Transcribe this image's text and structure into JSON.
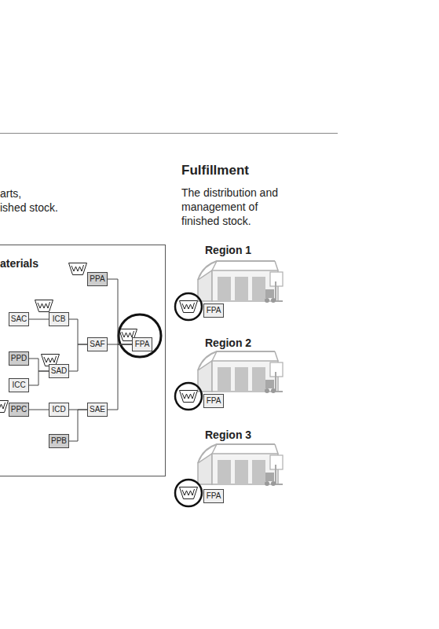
{
  "diagram": {
    "nodes": [
      {
        "text": [
          "aterials"
        ]
      },
      {
        "text": [
          "PPA"
        ],
        "in": 0
      },
      {
        "text": [
          "SAC"
        ],
        "in": 0
      },
      {
        "text": [
          "ICB"
        ],
        "in": 0
      },
      {
        "text": [
          "SAF"
        ],
        "in": 0
      },
      {
        "text": [
          "FPA"
        ],
        "in": 0
      },
      {
        "text": [
          "PPD"
        ],
        "in": 0
      },
      {
        "text": [
          "SAD"
        ],
        "in": 0
      },
      {
        "text": [
          "ICC"
        ],
        "in": 0
      },
      {
        "text": [
          "PPC"
        ],
        "in": 0
      },
      {
        "text": [
          "ICD"
        ],
        "in": 0
      },
      {
        "text": [
          "SAE"
        ],
        "in": 0
      },
      {
        "text": [
          "PPB"
        ],
        "in": 0
      },
      {
        "text": [
          "FPA"
        ]
      },
      {
        "text": [
          "FPA"
        ]
      },
      {
        "text": [
          "FPA"
        ]
      }
    ],
    "edges": [
      {
        "from": 2,
        "to": 3,
        "arrow": "none"
      },
      {
        "from": 3,
        "to": 4,
        "arrow": "none"
      },
      {
        "from": 7,
        "to": 4,
        "arrow": "none"
      },
      {
        "from": 6,
        "to": 7,
        "arrow": "none"
      },
      {
        "from": 8,
        "to": 7,
        "arrow": "none"
      },
      {
        "from": 1,
        "to": 5,
        "arrow": "none"
      },
      {
        "from": 4,
        "to": 5,
        "arrow": "none"
      },
      {
        "from": 11,
        "to": 5,
        "arrow": "none"
      },
      {
        "from": 9,
        "to": 10,
        "arrow": "none"
      },
      {
        "from": 10,
        "to": 11,
        "arrow": "none"
      },
      {
        "from": 12,
        "to": 11,
        "arrow": "none"
      }
    ],
    "labels": [
      "arts,",
      "ished stock.",
      "Fulfillment",
      "The distribution and management of finished stock.",
      "Region 1",
      "Region 2",
      "Region 3"
    ]
  }
}
